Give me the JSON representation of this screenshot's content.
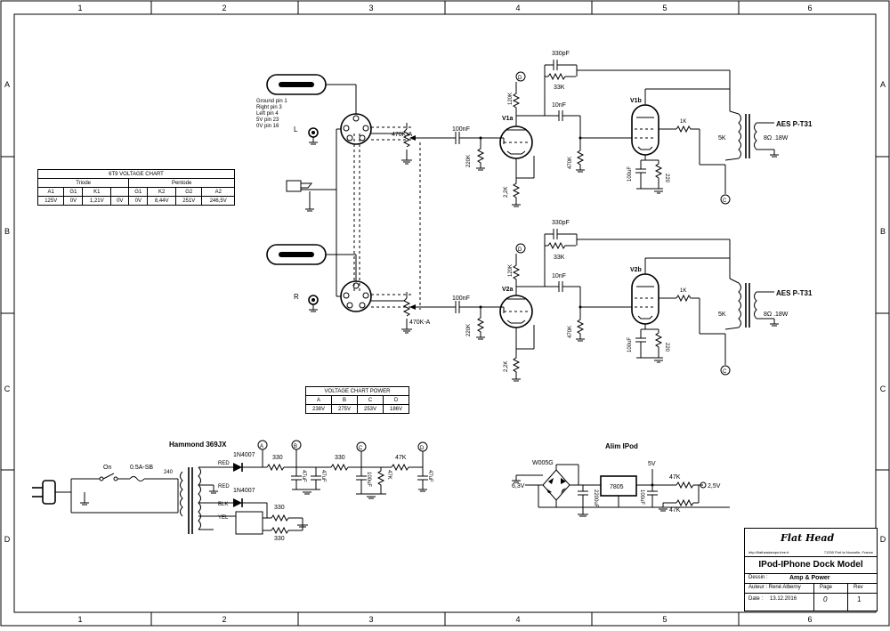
{
  "frame": {
    "columns": [
      "1",
      "2",
      "3",
      "4",
      "5",
      "6"
    ],
    "rows": [
      "A",
      "B",
      "C",
      "D"
    ]
  },
  "sheet": {
    "input": {
      "pinout": [
        "Ground pin 1",
        "Right pin 3",
        "Left pin 4",
        "5V pin 23",
        "0V pin 16"
      ],
      "left_label": "L",
      "right_label": "R"
    },
    "channel_L": {
      "pot": "470K-A",
      "cap_in": "100nF",
      "grid_res": "220K",
      "cath_res": "2,2K",
      "tube_a": "V1a",
      "tube_b": "V1b",
      "fb_cap": "330pF",
      "fb_res": "33K",
      "plate_res": "120K",
      "coupling_cap": "10nF",
      "grid2_res": "470K",
      "screen_res": "1K",
      "cath2_cap": "100uF",
      "cath2_res": "220",
      "transformer": "AES P-T31",
      "primary": "5K",
      "secondary": "8Ω .18W",
      "node_d": "D",
      "node_c": "C"
    },
    "channel_R": {
      "pot": "470K-A",
      "cap_in": "100nF",
      "grid_res": "220K",
      "cath_res": "2,2K",
      "tube_a": "V2a",
      "tube_b": "V2b",
      "fb_cap": "330pF",
      "fb_res": "33K",
      "plate_res": "120K",
      "coupling_cap": "10nF",
      "grid2_res": "470K",
      "screen_res": "1K",
      "cath2_cap": "100uF",
      "cath2_res": "220",
      "transformer": "AES P-T31",
      "primary": "5K",
      "secondary": "8Ω .18W",
      "node_d": "D",
      "node_c": "C"
    },
    "power": {
      "title": "Hammond 369JX",
      "switch": "On",
      "fuse": "0.5A-SB",
      "mains": "240",
      "diode1": "1N4007",
      "diode2": "1N4007",
      "node_a": "A",
      "node_b": "B",
      "node_c": "C",
      "node_d": "D",
      "res_ab": "330",
      "res_bc": "330",
      "res_cd": "47K",
      "cap_b": "47uF",
      "cap_b2": "47uF",
      "cap_c": "100uF",
      "res_c": "47K",
      "cap_d": "47uF",
      "res_lo1": "330",
      "res_lo2": "330",
      "tap_red": "RED",
      "tap_red2": "RED",
      "tap_blk": "BLK",
      "tap_yel": "YEL"
    },
    "ipod": {
      "title": "Alim IPod",
      "bridge": "W005G",
      "vin": "6,3V",
      "reg": "7805",
      "cap1": "2200uF",
      "cap2": "100uF",
      "v5": "5V",
      "r1": "47K",
      "r2": "47K",
      "vout": "2,5V"
    }
  },
  "chart_6t9": {
    "title": "6T9 VOLTAGE CHART",
    "group1": "Triode",
    "group2": "Pentode",
    "headers": [
      "A1",
      "G1",
      "K1",
      "",
      "G1",
      "K2",
      "G2",
      "A2"
    ],
    "values": [
      "125V",
      "0V",
      "1,21V",
      "0V",
      "0V",
      "8,44V",
      "251V",
      "246,5V"
    ]
  },
  "chart_power": {
    "title": "VOLTAGE CHART POWER",
    "headers": [
      "A",
      "B",
      "C",
      "D"
    ],
    "values": [
      "238V",
      "275V",
      "253V",
      "186V"
    ]
  },
  "title_block": {
    "brand": "Flat Head",
    "url": "http://flatheadamps.free.fr",
    "address": "71250 Port la Nouvelle, France",
    "model": "IPod-IPhone Dock Model",
    "dessin_label": "Dessin :",
    "dessin_value": "Amp & Power",
    "author_label": "Auteur : René Alberny",
    "page_label": "Page",
    "rev_label": "Rev",
    "date_label": "Date :",
    "date_value": "13.12.2016",
    "page_value": "0",
    "rev_value": "1"
  }
}
